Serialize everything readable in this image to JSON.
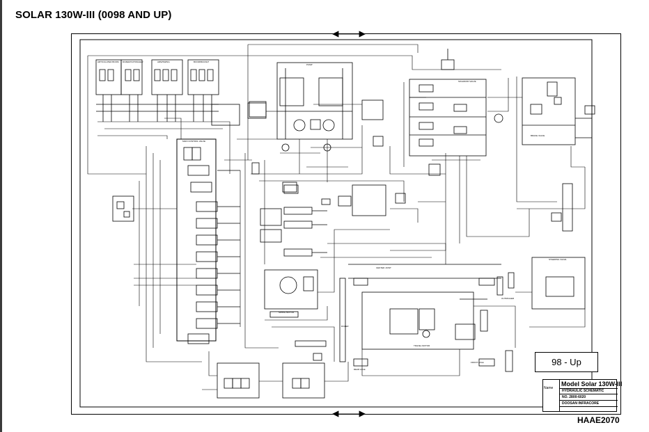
{
  "title": "SOLAR 130W-III (0098 AND UP)",
  "range_label": "98 - Up",
  "doc_code": "HAAE2070",
  "title_block": {
    "name_label": "Name",
    "model": "Model Solar 130W-III",
    "drawing": "HYDRAULIC SCHEMATIC",
    "number": "NO. 2800-6020",
    "company": "DOOSAN INFRACORE"
  },
  "component_labels": {
    "pilot_valves": [
      "ARTICULATED BOOM",
      "DOZER/OUTRIGGER",
      "ARM/SWING",
      "BOOM/BUCKET"
    ],
    "pump": "PUMP",
    "steering_valve": "STEERING VALVE",
    "brake_valve": "BRAKE VALVE",
    "solenoid_valve": "SOLENOID VALVE",
    "main_control_valve": "MAIN CONTROL VALVE",
    "swing_motor": "SWING MOTOR",
    "travel_motor": "TRAVEL MOTOR",
    "front_axle": "FRONT AXLE",
    "rear_axle": "REAR AXLE",
    "outrigger": "OUTRIGGER",
    "dozer": "DOZER",
    "center_joint": "CENTER JOINT"
  }
}
